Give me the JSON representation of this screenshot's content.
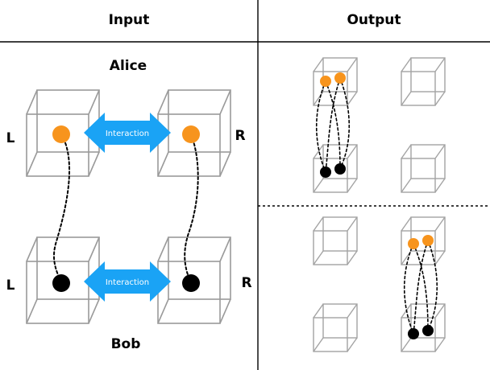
{
  "headers": {
    "input": "Input",
    "output": "Output"
  },
  "parties": {
    "top": "Alice",
    "bottom": "Bob"
  },
  "sides": {
    "left": "L",
    "right": "R"
  },
  "interaction_label": "Interaction",
  "colors": {
    "alice_ball": "#f7941d",
    "bob_ball": "#000000",
    "arrow": "#1aa3f5",
    "cube_edge": "#9a9a9a"
  }
}
